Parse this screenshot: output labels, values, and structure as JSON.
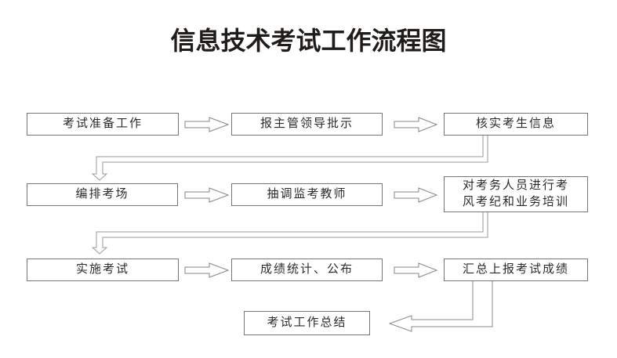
{
  "title": "信息技术考试工作流程图",
  "flowchart": {
    "nodes": [
      {
        "id": "exam-preparation",
        "label": "考试准备工作"
      },
      {
        "id": "report-to-leaders",
        "label": "报主管领导批示"
      },
      {
        "id": "verify-candidate-info",
        "label": "核实考生信息"
      },
      {
        "id": "arrange-exam-rooms",
        "label": "编排考场"
      },
      {
        "id": "assign-invigilators",
        "label": "抽调监考教师"
      },
      {
        "id": "staff-training",
        "label": "对考务人员进行考\n风考纪和业务培训"
      },
      {
        "id": "conduct-exam",
        "label": "实施考试"
      },
      {
        "id": "score-statistics-publish",
        "label": "成绩统计、公布"
      },
      {
        "id": "report-exam-results",
        "label": "汇总上报考试成绩"
      },
      {
        "id": "exam-work-summary",
        "label": "考试工作总结"
      }
    ],
    "edges": [
      {
        "from": "考试准备工作",
        "to": "报主管领导批示"
      },
      {
        "from": "报主管领导批示",
        "to": "核实考生信息"
      },
      {
        "from": "核实考生信息",
        "to": "编排考场"
      },
      {
        "from": "编排考场",
        "to": "抽调监考教师"
      },
      {
        "from": "抽调监考教师",
        "to": "对考务人员进行考风考纪和业务培训"
      },
      {
        "from": "对考务人员进行考风考纪和业务培训",
        "to": "实施考试"
      },
      {
        "from": "实施考试",
        "to": "成绩统计、公布"
      },
      {
        "from": "成绩统计、公布",
        "to": "汇总上报考试成绩"
      },
      {
        "from": "汇总上报考试成绩",
        "to": "考试工作总结"
      }
    ]
  },
  "colors": {
    "background": "#ffffff",
    "box_border": "#757575",
    "block_arrow_outline": "#858585",
    "connector_outline": "#9a9a9a",
    "text": "#2b2b2b",
    "title_text": "#201c1a"
  }
}
